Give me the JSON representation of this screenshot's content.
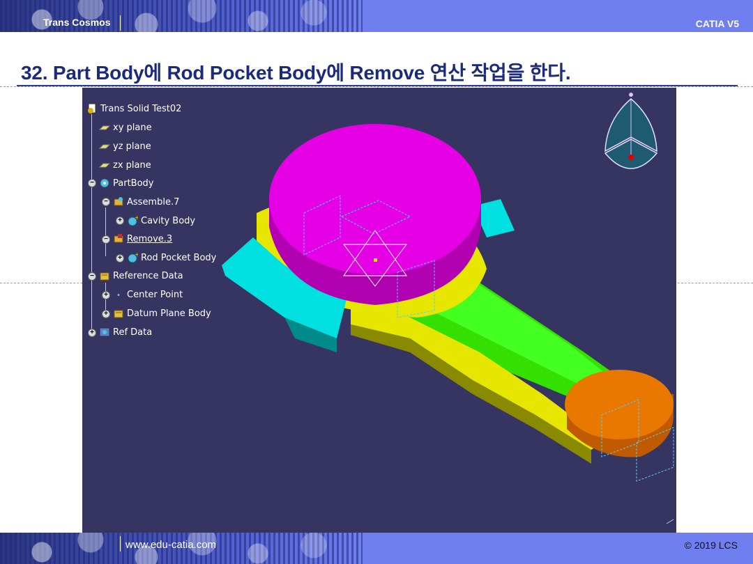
{
  "header": {
    "brand": "Trans Cosmos",
    "product": "CATIA V5"
  },
  "slide": {
    "title": "32. Part Body에 Rod Pocket Body에 Remove 연산 작업을 한다."
  },
  "footer": {
    "website": "www.edu-catia.com",
    "copyright": "© 2019 LCS"
  },
  "colors": {
    "header_bar": "#6f7ff0",
    "title": "#1b2a7a",
    "viewport_bg": "#363461",
    "piston_top": "#e600e6",
    "piston_side": "#b000b0",
    "rod_green": "#33e000",
    "rod_yellow": "#e6e600",
    "end_cap": "#e87800",
    "side_cyan": "#00e0e0"
  },
  "spec_tree": {
    "items": [
      {
        "label": "Trans Solid Test02",
        "icon": "part-document-icon"
      },
      {
        "label": "xy plane",
        "icon": "plane-icon"
      },
      {
        "label": "yz plane",
        "icon": "plane-icon"
      },
      {
        "label": "zx plane",
        "icon": "plane-icon"
      },
      {
        "label": "PartBody",
        "icon": "partbody-gear-icon"
      },
      {
        "label": "Assemble.7",
        "icon": "assemble-icon"
      },
      {
        "label": "Cavity Body",
        "icon": "body-gear-icon"
      },
      {
        "label": "Remove.3",
        "icon": "remove-icon"
      },
      {
        "label": "Rod Pocket Body",
        "icon": "body-gear-icon"
      },
      {
        "label": "Reference Data",
        "icon": "geometrical-set-icon"
      },
      {
        "label": "Center Point",
        "icon": "point-icon"
      },
      {
        "label": "Datum Plane Body",
        "icon": "geometrical-set-icon"
      },
      {
        "label": "Ref Data",
        "icon": "body-gear-icon"
      }
    ]
  },
  "compass": {
    "icon": "compass-icon"
  }
}
